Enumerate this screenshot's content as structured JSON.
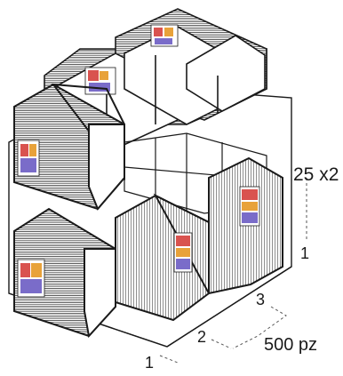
{
  "diagram": {
    "layers_label": "25 x2",
    "height_label": "1",
    "depth_count": "3",
    "width_count": "2",
    "front_count": "1",
    "quantity_label": "500 pz",
    "colors": {
      "line": "#1a1a1a",
      "box": "#ffffff",
      "label_a": "#d9534f",
      "label_b": "#e8a23a",
      "label_c": "#7a6cc9"
    },
    "pallet": {
      "rows": 2,
      "columns": 3,
      "layers": 2
    }
  }
}
